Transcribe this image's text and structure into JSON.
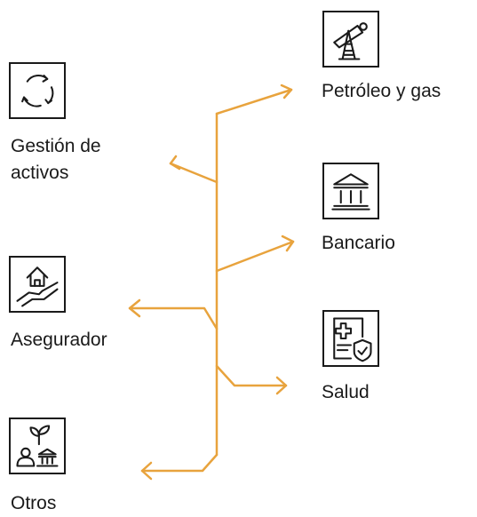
{
  "diagram": {
    "colors": {
      "connector": "#e8a33d",
      "icon_stroke": "#1a1a1a",
      "background": "#ffffff"
    },
    "sectors": [
      {
        "id": "petroleo",
        "label": "Petróleo y gas",
        "icon": "oil-pump-icon"
      },
      {
        "id": "bancario",
        "label": "Bancario",
        "icon": "bank-icon"
      },
      {
        "id": "salud",
        "label": "Salud",
        "icon": "health-document-icon"
      },
      {
        "id": "gestion",
        "label_line1": "Gestión de",
        "label_line2": "activos",
        "icon": "cycle-arrows-icon"
      },
      {
        "id": "asegurador",
        "label": "Asegurador",
        "icon": "house-in-hand-icon"
      },
      {
        "id": "otros",
        "label": "Otros",
        "icon": "plant-person-bank-icon"
      }
    ]
  }
}
